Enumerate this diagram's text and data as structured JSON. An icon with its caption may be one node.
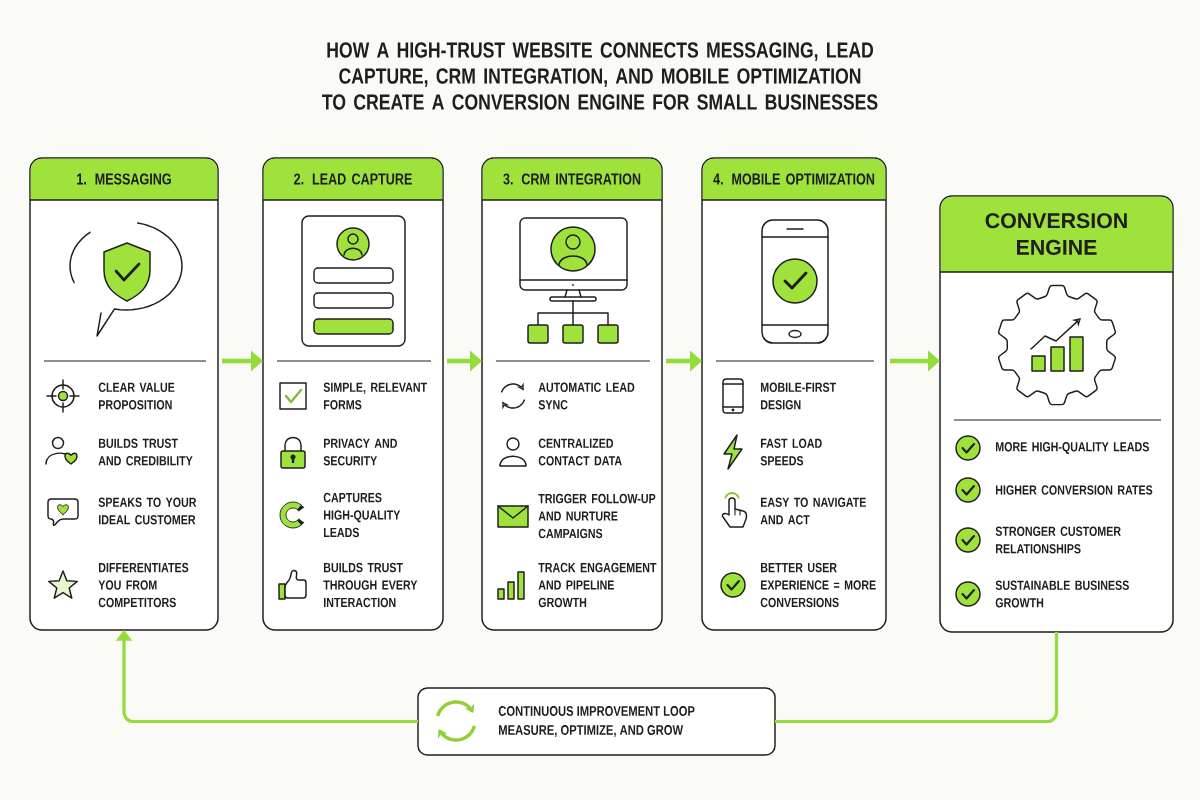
{
  "diagram": {
    "title": "HOW A HIGH-TRUST WEBSITE CONNECTS MESSAGING, LEAD CAPTURE, CRM INTEGRATION, AND MOBILE OPTIMIZATION TO CREATE A CONVERSION ENGINE FOR SMALL BUSINESSES",
    "nodes": [
      {
        "text": [
          "1. MESSAGING",
          "CLEAR VALUE PROPOSITION",
          "BUILDS TRUST AND CREDIBILITY",
          "SPEAKS TO YOUR IDEAL CUSTOMER",
          "DIFFERENTIATES YOU FROM COMPETITORS"
        ]
      },
      {
        "text": [
          "2. LEAD CAPTURE",
          "SIMPLE, RELEVANT FORMS",
          "PRIVACY AND SECURITY",
          "CAPTURES HIGH-QUALITY LEADS",
          "BUILDS TRUST THROUGH EVERY INTERACTION"
        ]
      },
      {
        "text": [
          "3. CRM INTEGRATION",
          "AUTOMATIC LEAD SYNC",
          "CENTRALIZED CONTACT DATA",
          "TRIGGER FOLLOW-UP AND NURTURE CAMPAIGNS",
          "TRACK ENGAGEMENT AND PIPELINE GROWTH"
        ]
      },
      {
        "text": [
          "4. MOBILE OPTIMIZATION",
          "MOBILE-FIRST DESIGN",
          "FAST LOAD SPEEDS",
          "EASY TO NAVIGATE AND ACT",
          "BETTER USER EXPERIENCE = MORE CONVERSIONS"
        ]
      },
      {
        "text": [
          "CONVERSION ENGINE",
          "MORE HIGH-QUALITY LEADS",
          "HIGHER CONVERSION RATES",
          "STRONGER CUSTOMER RELATIONSHIPS",
          "SUSTAINABLE BUSINESS GROWTH"
        ]
      },
      {
        "text": [
          "CONTINUOUS IMPROVEMENT LOOP",
          "MEASURE, OPTIMIZE, AND GROW"
        ]
      }
    ],
    "edges": [
      {
        "from": 0,
        "to": 1,
        "arrow": "to"
      },
      {
        "from": 1,
        "to": 2,
        "arrow": "to"
      },
      {
        "from": 2,
        "to": 3,
        "arrow": "to"
      },
      {
        "from": 3,
        "to": 4,
        "arrow": "to"
      },
      {
        "from": 4,
        "to": 5,
        "arrow": "none"
      },
      {
        "from": 5,
        "to": 0,
        "arrow": "to"
      }
    ]
  }
}
